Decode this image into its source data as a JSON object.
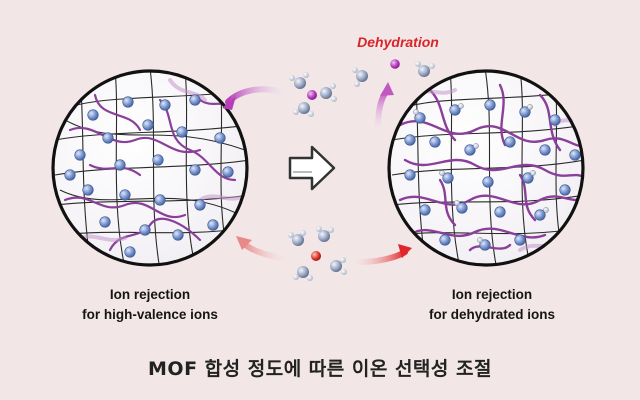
{
  "labels": {
    "left": [
      "Ion rejection",
      "for high-valence ions"
    ],
    "right": [
      "Ion rejection",
      "for dehydrated ions"
    ],
    "dehydration": "Dehydration"
  },
  "caption": "MOF 합성 정도에 따른 이온 선택성 조절",
  "colors": {
    "background": "#f2e6e6",
    "ion_blue": "#6f8fc9",
    "polymer_purple": "#8a3f9a",
    "hydrated_ion_purple": "#b236b8",
    "hydrated_ion_red": "#d42b2b",
    "dehydration_text": "#d8252a",
    "arrow_purple": "#c05bbf",
    "arrow_red": "#e23b3b"
  },
  "icons": [
    "hollow-right-arrow-icon",
    "water-molecule-icon"
  ]
}
